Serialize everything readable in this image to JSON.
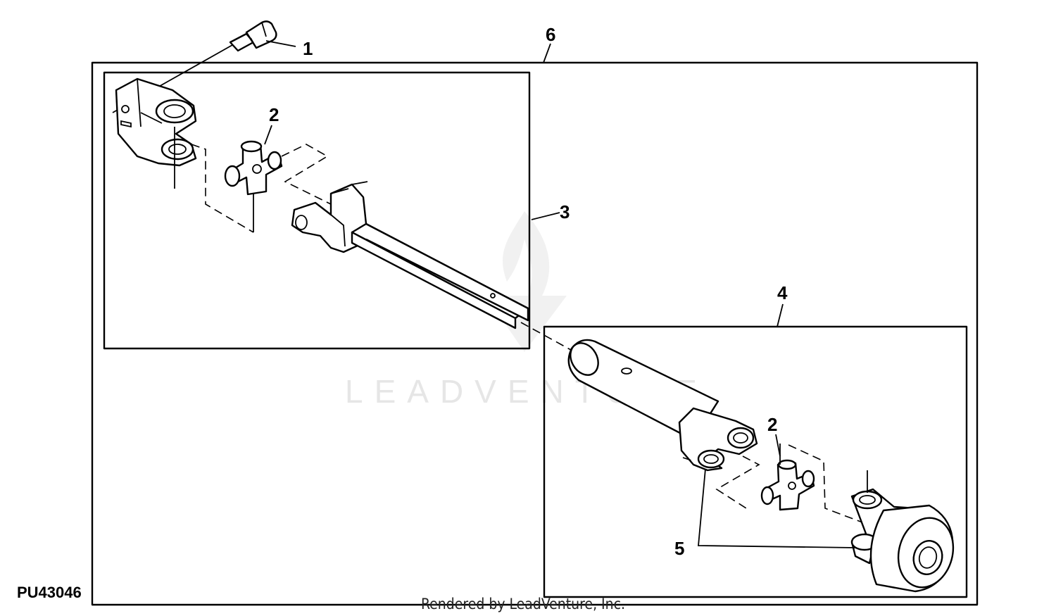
{
  "figure": {
    "id_label": "PU43046",
    "footer_text": "Rendered by LeadVenture, Inc.",
    "watermark_text": "LEADVENTURE"
  },
  "callouts": [
    {
      "key": "c1",
      "label": "1"
    },
    {
      "key": "c2a",
      "label": "2"
    },
    {
      "key": "c2b",
      "label": "2"
    },
    {
      "key": "c3",
      "label": "3"
    },
    {
      "key": "c4",
      "label": "4"
    },
    {
      "key": "c5",
      "label": "5"
    },
    {
      "key": "c6",
      "label": "6"
    }
  ],
  "icons": {
    "watermark_logo": "flame-v-logo-icon"
  }
}
